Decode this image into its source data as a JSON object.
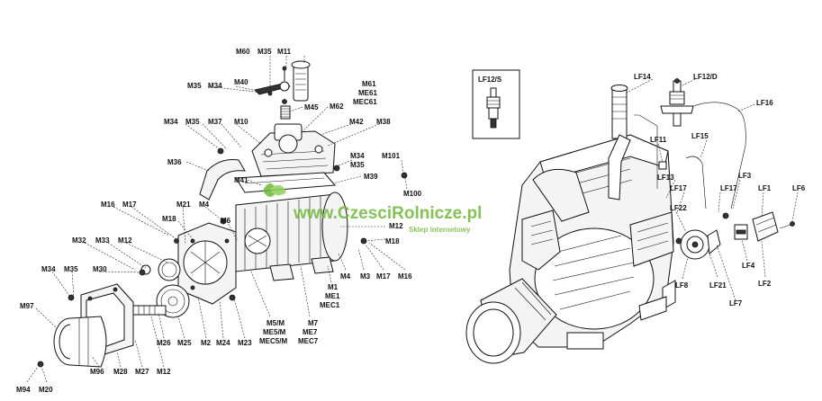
{
  "watermark": {
    "url": "www.CzesciRolnicze.pl",
    "tagline": "Sklep internetowy",
    "color": "#6fb83a"
  },
  "left_labels": {
    "M60": "M60",
    "M35a": "M35",
    "M11": "M11",
    "M61": "M61",
    "ME61": "ME61",
    "MEC61": "MEC61",
    "M35b": "M35",
    "M34a": "M34",
    "M40": "M40",
    "M45": "M45",
    "M62": "M62",
    "M34b": "M34",
    "M35c": "M35",
    "M37": "M37",
    "M10": "M10",
    "M42": "M42",
    "M38": "M38",
    "M36": "M36",
    "M34c": "M34",
    "M35d": "M35",
    "M101": "M101",
    "M41": "M41",
    "M39": "M39",
    "M100": "M100",
    "M16a": "M16",
    "M17a": "M17",
    "M21": "M21",
    "M4a": "M4",
    "M18a": "M18",
    "M6": "M6",
    "M12a": "M12",
    "M18b": "M18",
    "M32": "M32",
    "M33": "M33",
    "M12b": "M12",
    "M3": "M3",
    "M4b": "M4",
    "M17b": "M17",
    "M16b": "M16",
    "M34d": "M34",
    "M35e": "M35",
    "M30": "M30",
    "M1": "M1",
    "ME1": "ME1",
    "MEC1": "MEC1",
    "M97": "M97",
    "M5M": "M5/M",
    "ME5M": "ME5/M",
    "MEC5M": "MEC5/M",
    "M7": "M7",
    "ME7": "ME7",
    "MEC7": "MEC7",
    "M26": "M26",
    "M25": "M25",
    "M2": "M2",
    "M24": "M24",
    "M23": "M23",
    "M96": "M96",
    "M28": "M28",
    "M27": "M27",
    "M12c": "M12",
    "M94": "M94",
    "M20": "M20"
  },
  "right_labels": {
    "LF12S": "LF12/S",
    "LF14": "LF14",
    "LF12D": "LF12/D",
    "LF16": "LF16",
    "LF15": "LF15",
    "LF11": "LF11",
    "LF13": "LF13",
    "LF3": "LF3",
    "LF17a": "LF17",
    "LF17b": "LF17",
    "LF1": "LF1",
    "LF6": "LF6",
    "LF22": "LF22",
    "LF4": "LF4",
    "LF2": "LF2",
    "LF8": "LF8",
    "LF21": "LF21",
    "LF7": "LF7"
  }
}
